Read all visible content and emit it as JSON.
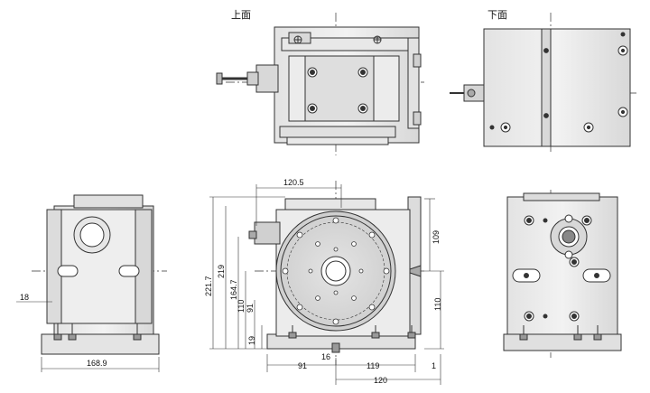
{
  "labels": {
    "top_view": "上面",
    "bottom_view": "下面"
  },
  "dimensions": {
    "d_120_5": "120.5",
    "d_109": "109",
    "d_110_right": "110",
    "d_221_7": "221.7",
    "d_219": "219",
    "d_164_7": "164.7",
    "d_110_left": "110",
    "d_91_vert": "91",
    "d_19": "19",
    "d_16": "16",
    "d_91": "91",
    "d_119": "119",
    "d_1": "1",
    "d_120": "120",
    "d_18": "18",
    "d_168_9": "168.9"
  }
}
